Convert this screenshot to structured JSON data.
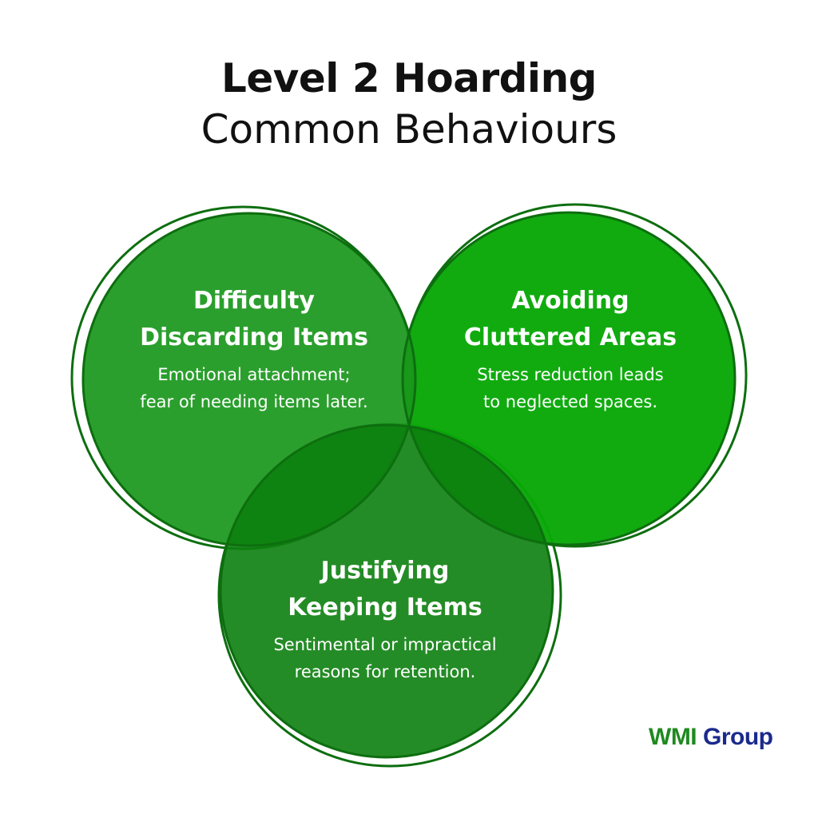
{
  "title": {
    "line1": "Level 2 Hoarding",
    "line2": "Common Behaviours"
  },
  "colors": {
    "left_circle": "#19971b",
    "right_circle": "#09a808",
    "bottom_circle": "#0c7f0e",
    "outline": "#0d6e0f",
    "text": "#ffffff"
  },
  "circles": [
    {
      "id": "left",
      "heading_lines": [
        "Difficulty",
        "Discarding Items"
      ],
      "description_lines": [
        "Emotional attachment;",
        "fear of needing items later."
      ]
    },
    {
      "id": "right",
      "heading_lines": [
        "Avoiding",
        "Cluttered Areas"
      ],
      "description_lines": [
        "Stress reduction leads",
        "to neglected spaces."
      ]
    },
    {
      "id": "bottom",
      "heading_lines": [
        "Justifying",
        "Keeping Items"
      ],
      "description_lines": [
        "Sentimental or impractical",
        "reasons for retention."
      ]
    }
  ],
  "logo": {
    "part1": "WMI",
    "part2": "Group"
  }
}
